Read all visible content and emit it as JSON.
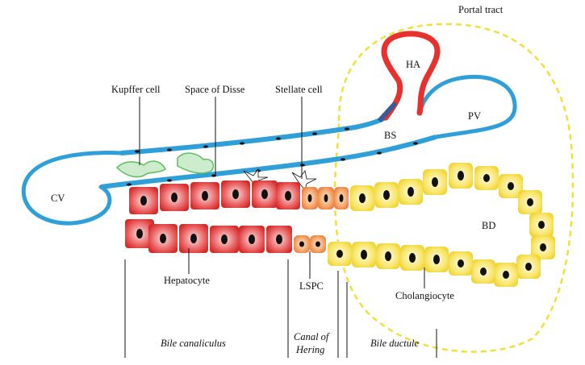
{
  "labels": {
    "portal_tract": "Portal tract",
    "ha": "HA",
    "pv": "PV",
    "bs": "BS",
    "bd": "BD",
    "cv": "CV",
    "kupffer_cell": "Kupffer cell",
    "space_of_disse": "Space of Disse",
    "stellate_cell": "Stellate cell",
    "hepatocyte": "Hepatocyte",
    "lspc": "LSPC",
    "cholangiocyte": "Cholangiocyte"
  },
  "zones": {
    "bile_canaliculus": "Bile canaliculus",
    "canal_of_hering_line1": "Canal of",
    "canal_of_hering_line2": "Hering",
    "bile_ductule": "Bile ductule"
  },
  "colors": {
    "vessel_blue": "#2e9fd8",
    "artery_red": "#e8302c",
    "hepatocyte_red": "#e23c3c",
    "lspc_orange": "#f0883a",
    "cholangiocyte_yellow": "#f5dc3a",
    "portal_dash": "#f2e03a",
    "kupffer_green": "#5cbf5c"
  }
}
